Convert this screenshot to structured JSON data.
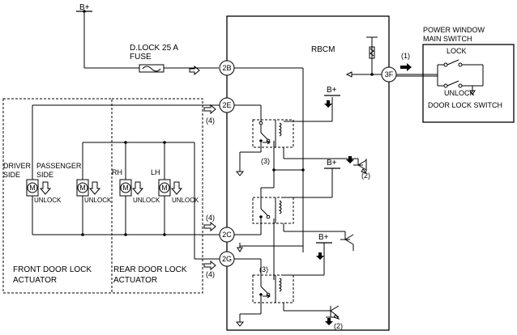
{
  "labels": {
    "bplus": "B+",
    "fuse": "D.LOCK 25 A\nFUSE",
    "rbcm": "RBCM",
    "pw_switch": "POWER WINDOW\nMAIN SWITCH",
    "lock": "LOCK",
    "unlock": "UNLOCK",
    "door_lock_switch": "DOOR LOCK SWITCH",
    "driver_side": "DRIVER\nSIDE",
    "passenger_side": "PASSENGER\nSIDE",
    "rh": "RH",
    "lh": "LH",
    "front_actuator": "FRONT DOOR LOCK\nACTUATOR",
    "rear_actuator": "REAR DOOR LOCK\nACTUATOR",
    "motor": "M"
  },
  "connectors": {
    "c2b": "2B",
    "c2e": "2E",
    "c2c": "2C",
    "c2g": "2G",
    "c3f": "3F"
  },
  "notes": {
    "n1": "(1)",
    "n2": "(2)",
    "n3": "(3)",
    "n4": "(4)"
  }
}
